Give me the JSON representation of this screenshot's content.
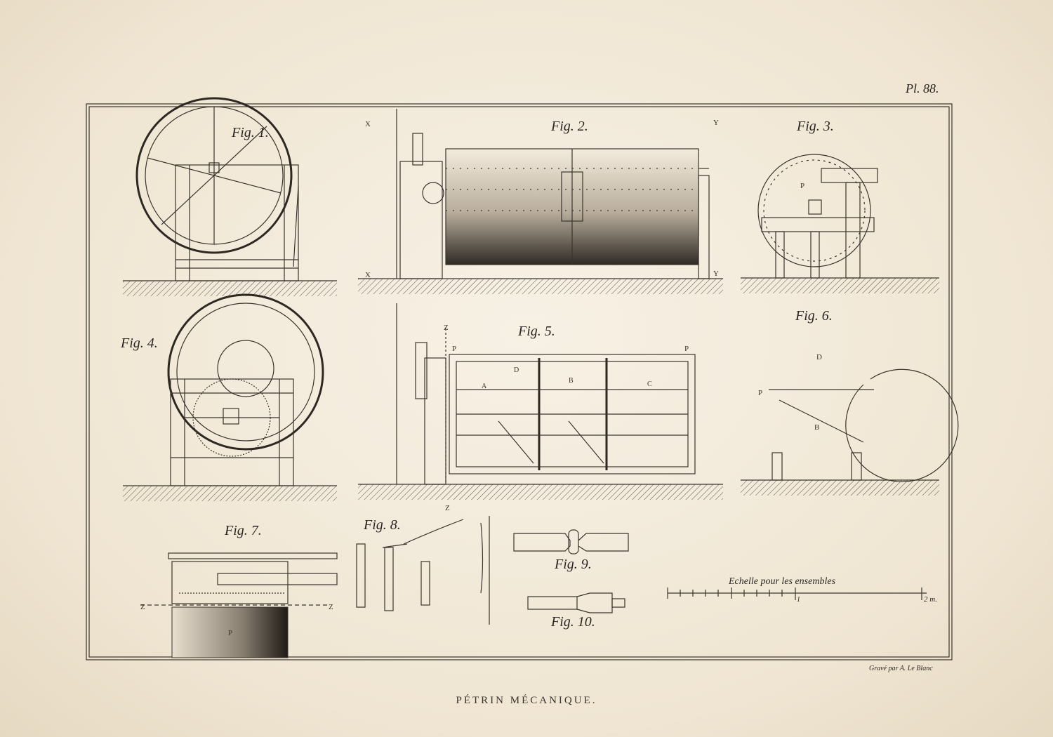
{
  "plate": {
    "number": "Pl. 88.",
    "title": "PÉTRIN MÉCANIQUE.",
    "engraver": "Gravé par A. Le Blanc",
    "ink_color": "#3a342c",
    "paper_color": "#f3ebdc"
  },
  "figures": [
    {
      "label": "Fig. 1."
    },
    {
      "label": "Fig. 2."
    },
    {
      "label": "Fig. 3."
    },
    {
      "label": "Fig. 4."
    },
    {
      "label": "Fig. 5."
    },
    {
      "label": "Fig. 6."
    },
    {
      "label": "Fig. 7."
    },
    {
      "label": "Fig. 8."
    },
    {
      "label": "Fig. 9."
    },
    {
      "label": "Fig. 10."
    }
  ],
  "section_marks": {
    "x": "X",
    "y": "Y",
    "z": "Z",
    "p": "P"
  },
  "part_letters": {
    "a": "A",
    "b": "B",
    "c": "C",
    "d": "D"
  },
  "scale": {
    "caption": "Echelle pour les ensembles",
    "tick_1": "1",
    "tick_2": "2 m."
  }
}
